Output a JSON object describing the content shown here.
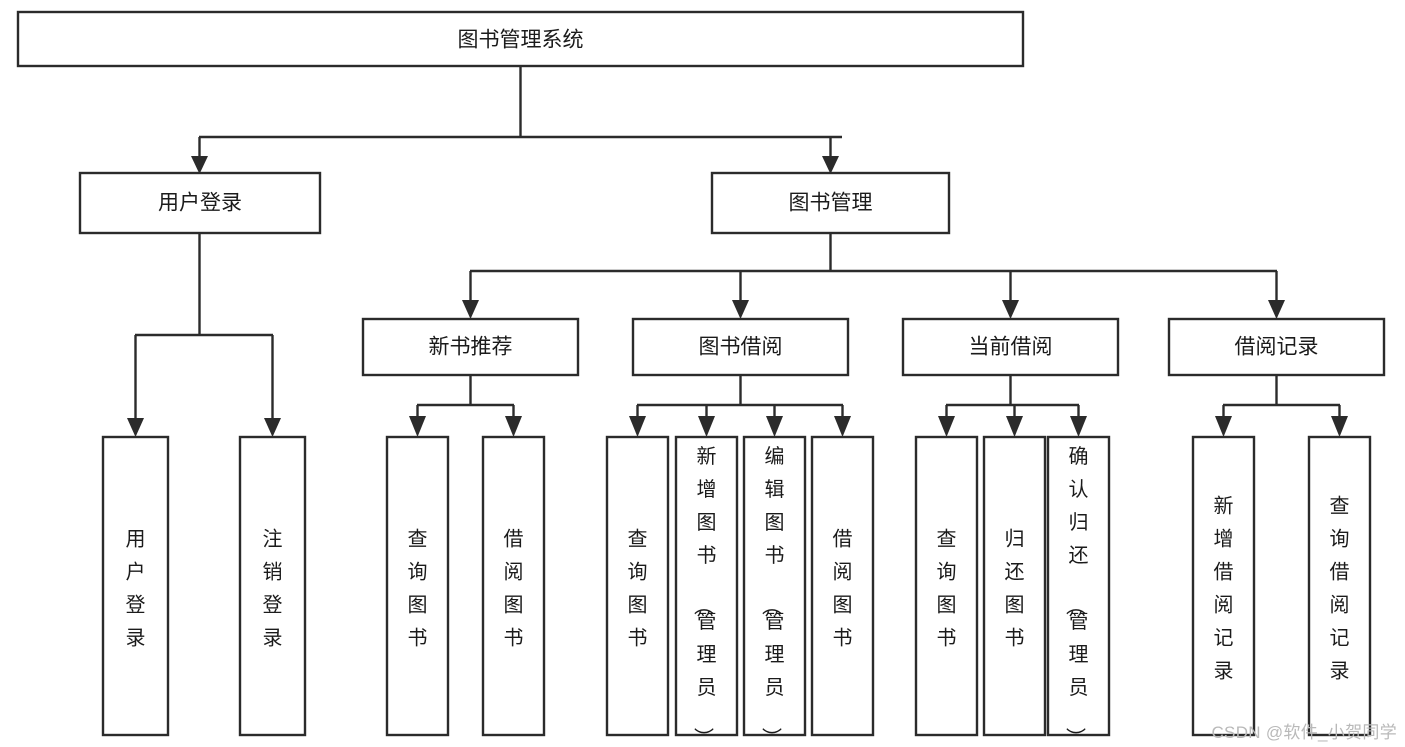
{
  "diagram": {
    "title": "图书管理系统",
    "type": "tree",
    "orientation": "top-down",
    "colors": {
      "background": "#ffffff",
      "box_fill": "#ffffff",
      "box_stroke": "#2b2b2b",
      "text": "#1b1b1b",
      "watermark": "#b9b9b9"
    },
    "root": {
      "id": "root",
      "label": "图书管理系统",
      "orientation": "horizontal"
    },
    "level1": [
      {
        "id": "user-login",
        "label": "用户登录",
        "orientation": "horizontal"
      },
      {
        "id": "book-manage",
        "label": "图书管理",
        "orientation": "horizontal"
      }
    ],
    "level2": [
      {
        "id": "new-book-recommend",
        "label": "新书推荐",
        "orientation": "horizontal",
        "parent": "book-manage"
      },
      {
        "id": "book-borrow",
        "label": "图书借阅",
        "orientation": "horizontal",
        "parent": "book-manage"
      },
      {
        "id": "current-borrow",
        "label": "当前借阅",
        "orientation": "horizontal",
        "parent": "book-manage"
      },
      {
        "id": "borrow-record",
        "label": "借阅记录",
        "orientation": "horizontal",
        "parent": "book-manage"
      }
    ],
    "leaves": {
      "user-login": [
        {
          "id": "leaf-user-login",
          "label": "用户登录",
          "orientation": "vertical"
        },
        {
          "id": "leaf-logout-login",
          "label": "注销登录",
          "orientation": "vertical"
        }
      ],
      "new-book-recommend": [
        {
          "id": "leaf-query-book-1",
          "label": "查询图书",
          "orientation": "vertical"
        },
        {
          "id": "leaf-borrow-book-1",
          "label": "借阅图书",
          "orientation": "vertical"
        }
      ],
      "book-borrow": [
        {
          "id": "leaf-query-book-2",
          "label": "查询图书",
          "orientation": "vertical"
        },
        {
          "id": "leaf-add-book-admin",
          "label": "新增图书（管理员）",
          "orientation": "vertical"
        },
        {
          "id": "leaf-edit-book-admin",
          "label": "编辑图书（管理员）",
          "orientation": "vertical"
        },
        {
          "id": "leaf-borrow-book-2",
          "label": "借阅图书",
          "orientation": "vertical"
        }
      ],
      "current-borrow": [
        {
          "id": "leaf-query-book-3",
          "label": "查询图书",
          "orientation": "vertical"
        },
        {
          "id": "leaf-return-book",
          "label": "归还图书",
          "orientation": "vertical"
        },
        {
          "id": "leaf-confirm-return-admin",
          "label": "确认归还（管理员）",
          "orientation": "vertical"
        }
      ],
      "borrow-record": [
        {
          "id": "leaf-add-borrow-record",
          "label": "新增借阅记录",
          "orientation": "vertical"
        },
        {
          "id": "leaf-query-borrow-record",
          "label": "查询借阅记录",
          "orientation": "vertical"
        }
      ]
    }
  },
  "watermark": {
    "text": "CSDN @软件_小贺同学"
  }
}
